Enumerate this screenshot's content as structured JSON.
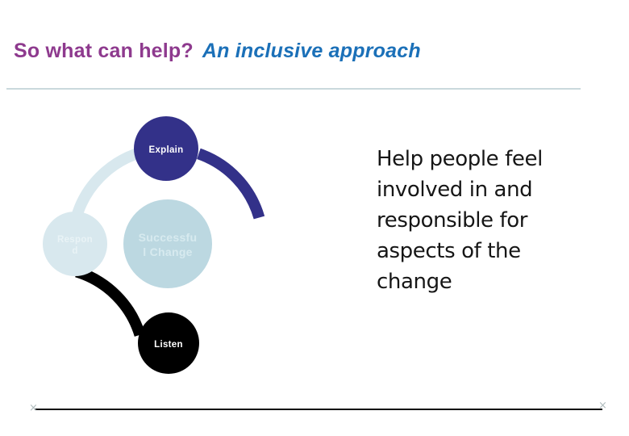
{
  "slide": {
    "title": {
      "question": "So what can help?",
      "subtitle": "An inclusive approach",
      "question_color": "#8E3A8E",
      "subtitle_color": "#1B70B8"
    },
    "diagram": {
      "type": "cycle",
      "center_label": "Successful Change",
      "center_line1": "Successfu",
      "center_line2": "l Change",
      "center_color": "#BCD8E1",
      "center_text_color": "#D7EAEF",
      "explain_label": "Explain",
      "explain_color": "#333189",
      "explain_text_color": "#FFFFFF",
      "respond_label": "Respond",
      "respond_line1": "Respon",
      "respond_line2": "d",
      "respond_color": "#D8E8EE",
      "respond_text_color": "#E9F3F6",
      "listen_label": "Listen",
      "listen_color": "#000000",
      "listen_text_color": "#FFFFFF"
    },
    "body": {
      "full_text": "Help people feel involved in and responsible for aspects of the change",
      "lines": [
        "Help people feel",
        "involved in and",
        "responsible for",
        "aspects of the",
        "change"
      ],
      "text_color": "#161616"
    },
    "rules": {
      "title_underline_color": "#CAD9DD",
      "bottom_line_color": "#0A0A0A",
      "endpoint_mark": "×"
    }
  }
}
